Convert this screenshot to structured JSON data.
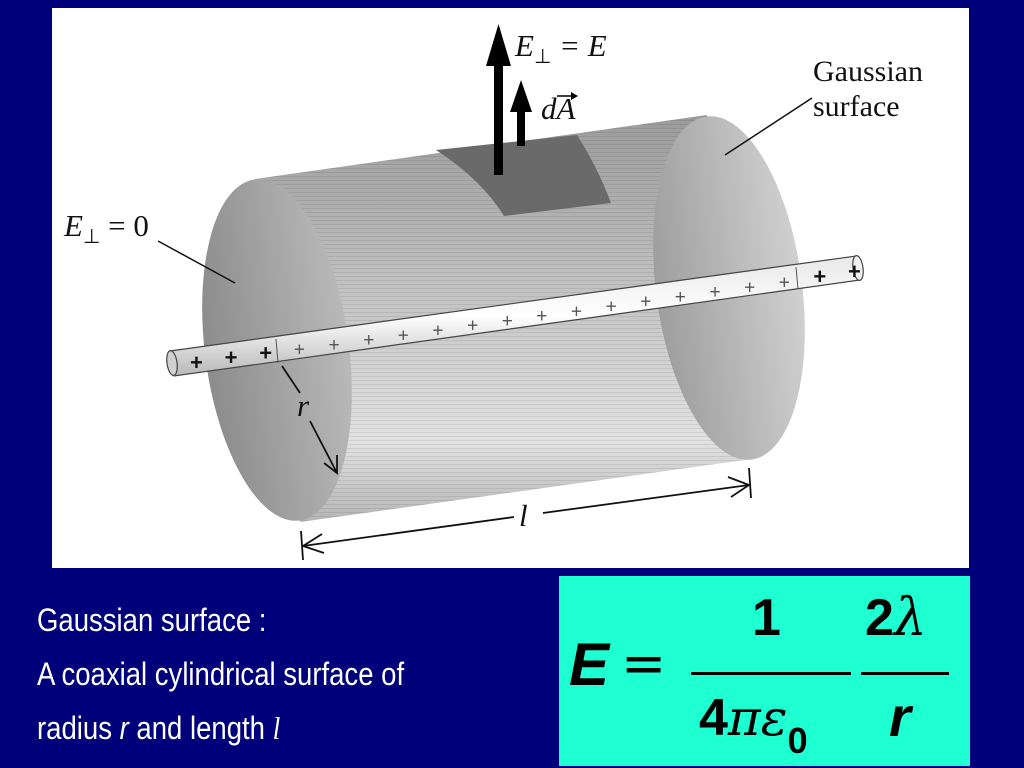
{
  "figure": {
    "label_e_perp_top": "E",
    "label_perp_symbol": "⊥",
    "label_e_perp_top_rhs": "= E",
    "label_dA": "dA",
    "label_gaussian": "Gaussian",
    "label_surface": "surface",
    "label_e_perp_left": "E",
    "label_e_perp_left_rhs": "= 0",
    "label_r": "r",
    "label_l": "l",
    "plus_sign": "+"
  },
  "caption": {
    "line1": "Gaussian surface :",
    "line2": "A coaxial cylindrical surface of",
    "line3_prefix": "radius ",
    "line3_r": "r",
    "line3_mid": " and length ",
    "line3_l": "l"
  },
  "formula": {
    "lhs": "E",
    "equals": "=",
    "frac1_num": "1",
    "frac1_den_4": "4",
    "frac1_den_pi_eps": "πε",
    "frac1_den_sub": "0",
    "frac2_num_2": "2",
    "frac2_num_lambda": "λ",
    "frac2_den": "r"
  },
  "colors": {
    "background": "#00007a",
    "figure_background": "#ffffff",
    "formula_background": "#1effd2",
    "cylinder_gray": "#a8a8a8",
    "patch_gray": "#6a6a6a"
  }
}
